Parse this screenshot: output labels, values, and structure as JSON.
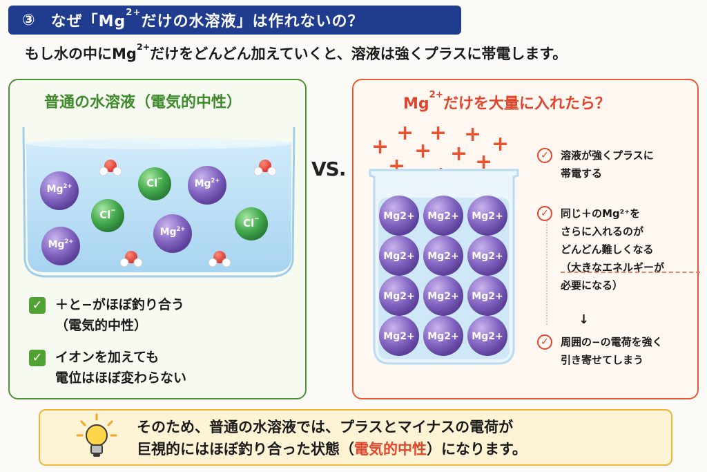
{
  "header": {
    "number": "③",
    "title_pre": "なぜ「Mg",
    "title_sup": "2+",
    "title_post": "だけの水溶液」は作れないの？"
  },
  "subtitle": {
    "pre": "もし水の中にMg",
    "sup": "2+",
    "post": "だけをどんどん加えていくと、溶液は強くプラスに帯電します。"
  },
  "left_panel": {
    "title": "普通の水溶液（電気的中性）",
    "ion_mg": "Mg",
    "ion_mg_charge": "2+",
    "ion_cl": "Cl",
    "ion_cl_charge": "−",
    "checks": [
      {
        "line1": "＋と−がほぼ釣り合う",
        "line2": "（電気的中性）"
      },
      {
        "line1": "イオンを加えても",
        "line2": "電位はほぼ変わらない"
      }
    ]
  },
  "vs": "VS.",
  "right_panel": {
    "title_pre": "Mg",
    "title_sup": "2+",
    "title_post": "だけを大量に入れたら？",
    "points": [
      {
        "lines": [
          "溶液が強くプラスに",
          "帯電する"
        ]
      },
      {
        "lines": [
          "同じ＋のMg²⁺を",
          "さらに入れるのが",
          "どんどん難しくなる",
          "（大きなエネルギーが",
          "必要になる）"
        ]
      },
      {
        "lines": [
          "周囲の−の電荷を強く",
          "引き寄せてしまう"
        ]
      }
    ],
    "arrow": "↓"
  },
  "bottom": {
    "line1": "そのため、普通の水溶液では、プラスとマイナスの電荷が",
    "line2_pre": "巨視的にはほぼ釣り合った状態（",
    "line2_highlight": "電気的中性",
    "line2_post": "）になります。"
  },
  "icons": {
    "check": "check-icon",
    "lightbulb": "lightbulb-icon"
  },
  "colors": {
    "header_bg": "#1f3c8f",
    "green": "#4f8f3a",
    "red": "#e0452b",
    "mg_ion": "#7a5bb8",
    "cl_ion": "#3fa64a",
    "bottom_bg": "#fff3d6"
  }
}
